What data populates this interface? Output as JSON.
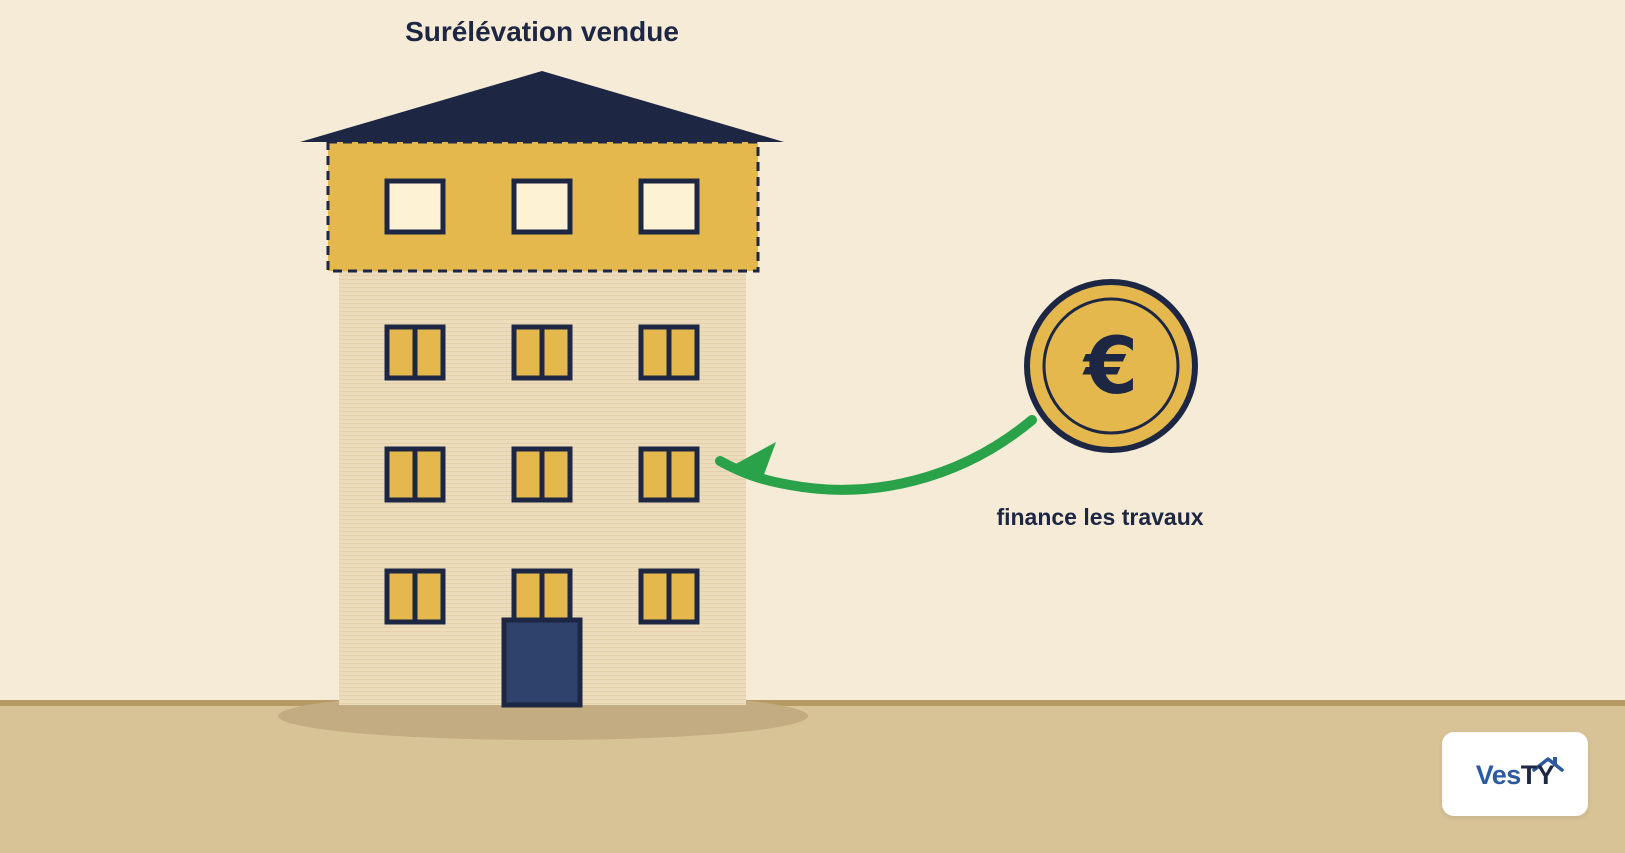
{
  "title": "Surélévation vendue",
  "coin": {
    "symbol": "€",
    "caption": "finance les travaux"
  },
  "logo": {
    "part1": "Ves",
    "part2": "TY",
    "icon": "house-roof-icon"
  },
  "colors": {
    "background": "#f5ebd6",
    "ground": "#d8c397",
    "navy": "#1d2744",
    "gold": "#e5b84d",
    "facade": "#ecdcbc",
    "window_light": "#fdf2d4",
    "door": "#2f426b",
    "arrow": "#2aa24a",
    "logo_blue": "#2c5aa0",
    "logo_navy": "#1d2744"
  }
}
